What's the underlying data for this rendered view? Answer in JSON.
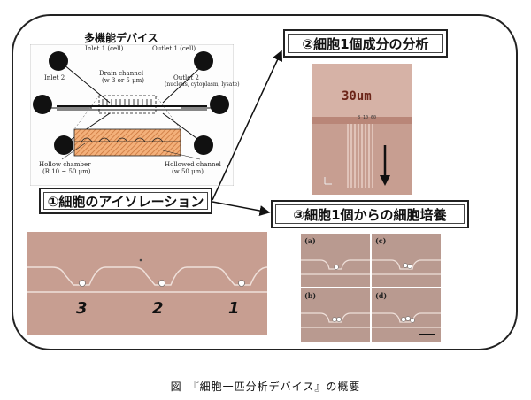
{
  "device": {
    "title": "多機能デバイス",
    "labels": {
      "inlet1": "Inlet 1 (cell)",
      "inlet2": "Inlet 2",
      "outlet1": "Outlet 1 (cell)",
      "outlet2": "Outlet 2",
      "outlet2_sub": "(nucleus, cytoplasm, lysate)",
      "drain": "Drain channel",
      "drain_sub": "(w 3 or 5 μm)",
      "hollow_chamber": "Hollow chamber",
      "hollow_chamber_sub": "(R 10 ~ 50 μm)",
      "hollowed_channel": "Hollowed channel",
      "hollowed_channel_sub": "(w 50 μm)"
    }
  },
  "steps": {
    "step1": "①細胞のアイソレーション",
    "step2": "②細胞1個成分の分析",
    "step3": "③細胞1個からの細胞培養"
  },
  "micrograph": {
    "scale_text": "30um",
    "scale_ticks": "8 10 60"
  },
  "isolation": {
    "numbers": [
      "3",
      "2",
      "1"
    ]
  },
  "culture": {
    "panels": [
      "(a)",
      "(c)",
      "(b)",
      "(d)"
    ]
  },
  "caption": "図　『細胞一匹分析デバイス』の概要",
  "colors": {
    "micro_bg": "#c79e91",
    "panel_bg": "#b99a90",
    "hatch": "#e59a5c"
  }
}
